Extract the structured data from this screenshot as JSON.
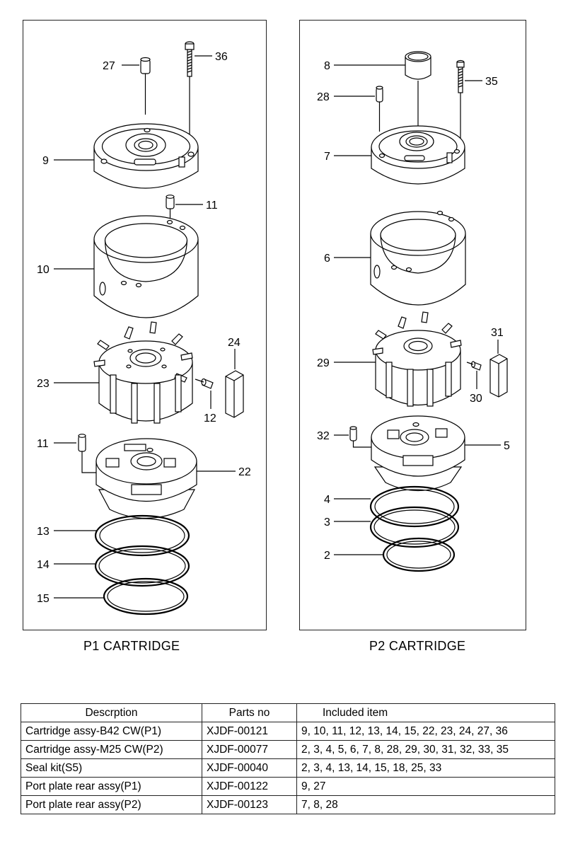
{
  "p1": {
    "caption": "P1 CARTRIDGE",
    "callouts": [
      "27",
      "36",
      "9",
      "11",
      "10",
      "24",
      "23",
      "12",
      "11",
      "22",
      "13",
      "14",
      "15"
    ]
  },
  "p2": {
    "caption": "P2 CARTRIDGE",
    "callouts": [
      "8",
      "28",
      "35",
      "7",
      "6",
      "31",
      "29",
      "30",
      "32",
      "5",
      "4",
      "3",
      "2"
    ]
  },
  "table": {
    "headers": [
      "Descrption",
      "Parts no",
      "Included item"
    ],
    "rows": [
      {
        "desc": "Cartridge assy-B42 CW(P1)",
        "pn": "XJDF-00121",
        "items": "9, 10, 11, 12, 13, 14, 15, 22, 23, 24, 27, 36"
      },
      {
        "desc": "Cartridge assy-M25 CW(P2)",
        "pn": "XJDF-00077",
        "items": "2, 3, 4, 5, 6, 7, 8, 28, 29, 30, 31, 32, 33, 35"
      },
      {
        "desc": "Seal kit(S5)",
        "pn": "XJDF-00040",
        "items": "2, 3, 4, 13, 14, 15, 18, 25, 33"
      },
      {
        "desc": "Port plate rear assy(P1)",
        "pn": "XJDF-00122",
        "items": "9, 27"
      },
      {
        "desc": "Port plate rear assy(P2)",
        "pn": "XJDF-00123",
        "items": "7, 8, 28"
      }
    ]
  }
}
